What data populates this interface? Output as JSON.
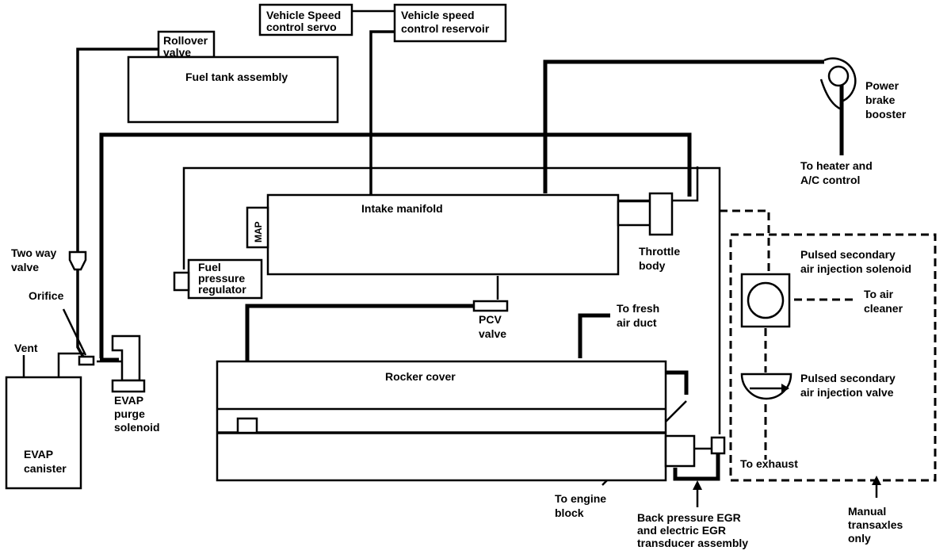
{
  "labels": {
    "vehicle_speed_servo": [
      "Vehicle Speed",
      "control servo"
    ],
    "vehicle_speed_reservoir": [
      "Vehicle speed",
      "control reservoir"
    ],
    "rollover_valve": [
      "Rollover",
      "valve"
    ],
    "fuel_tank": "Fuel tank assembly",
    "power_brake_booster": [
      "Power",
      "brake",
      "booster"
    ],
    "heater_ac": [
      "To heater and",
      "A/C control"
    ],
    "intake_manifold": "Intake manifold",
    "map_sensor": "MAP",
    "throttle_body": [
      "Throttle",
      "body"
    ],
    "two_way_valve": [
      "Two way",
      "valve"
    ],
    "orifice": "Orifice",
    "vent": "Vent",
    "fuel_pressure_regulator": [
      "Fuel",
      "pressure",
      "regulator"
    ],
    "pulsed_solenoid": [
      "Pulsed secondary",
      "air injection solenoid"
    ],
    "to_air_cleaner": [
      "To air",
      "cleaner"
    ],
    "pcv_valve": [
      "PCV",
      "valve"
    ],
    "to_fresh_air_duct": [
      "To fresh",
      "air duct"
    ],
    "rocker_cover": "Rocker cover",
    "pulsed_valve": [
      "Pulsed secondary",
      "air injection valve"
    ],
    "evap_purge_solenoid": [
      "EVAP",
      "purge",
      "solenoid"
    ],
    "evap_canister": [
      "EVAP",
      "canister"
    ],
    "to_exhaust": "To exhaust",
    "to_engine_block": [
      "To engine",
      "block"
    ],
    "egr_transducer": [
      "Back pressure EGR",
      "and electric EGR",
      "transducer assembly"
    ],
    "manual_transaxles": [
      "Manual",
      "transaxles",
      "only"
    ]
  }
}
